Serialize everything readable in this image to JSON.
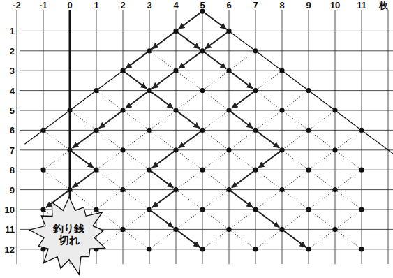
{
  "diagram": {
    "nodes": [
      {
        "text": [
          "釣り銭 切れ"
        ]
      }
    ],
    "labels": [
      "-2",
      "-1",
      "0",
      "1",
      "2",
      "3",
      "4",
      "5",
      "6",
      "7",
      "8",
      "9",
      "10",
      "11",
      "枚",
      "1",
      "2",
      "3",
      "4",
      "5",
      "6",
      "7",
      "8",
      "9",
      "10",
      "11",
      "12"
    ]
  }
}
